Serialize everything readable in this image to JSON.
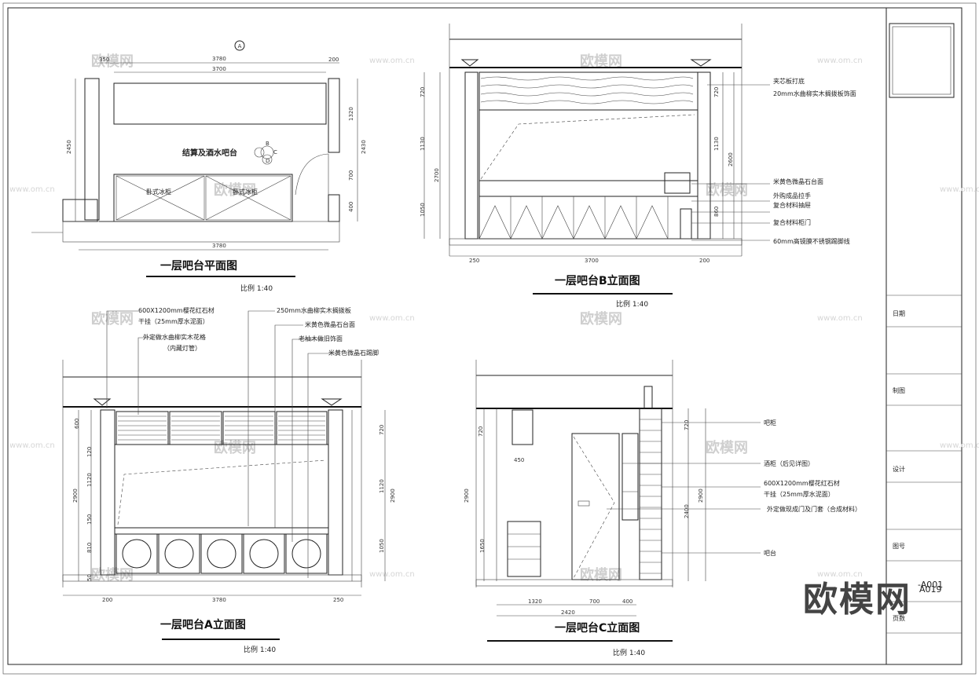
{
  "watermark": {
    "brand": "欧模网",
    "url": "www.om.cn"
  },
  "corner_logo": "欧模网",
  "plan": {
    "title": "一层吧台平面图",
    "scale": "比例  1:40",
    "marker": "A",
    "center_label": "结算及酒水吧台",
    "fridge_left": "卧式冰柜",
    "fridge_right": "卧式冰柜",
    "dims": {
      "top1": "3780",
      "top2": "3700",
      "left_small": "350",
      "right_small": "200",
      "left_h": "2450",
      "right_h": "2430",
      "bottom": "3780",
      "r1": "1320",
      "r2": "700",
      "r3": "400",
      "c_tags": [
        "B",
        "C",
        "D"
      ]
    }
  },
  "elevB": {
    "title": "一层吧台B立面图",
    "scale": "比例  1:40",
    "notes": [
      "夹芯板打底",
      "20mm水曲柳实木搁拨板饰面",
      "米黄色微晶石台面",
      "外购成品拉手",
      "复合材料抽屉",
      "复合材料柜门",
      "60mm高镜膜不锈钢踢脚线"
    ],
    "dims": {
      "left": [
        "720",
        "1130",
        "1050"
      ],
      "left_total": "2700",
      "right": [
        "720",
        "1130",
        "860"
      ],
      "right_total": "2600",
      "bottom": [
        "250",
        "3700",
        "200"
      ]
    }
  },
  "elevA": {
    "title": "一层吧台A立面图",
    "scale": "比例  1:40",
    "notes": [
      "600X1200mm樱花红石材",
      "干挂（25mm厚水泥面）",
      "外定做水曲柳实木花格",
      "（内藏灯管）",
      "250mm水曲柳实木搁拨板",
      "米黄色微晶石台面",
      "老柚木做旧饰面",
      "米黄色微晶石踢脚"
    ],
    "dims": {
      "left": [
        "600",
        "120",
        "1120",
        "150",
        "810",
        "50"
      ],
      "left_total": "2900",
      "right": [
        "720",
        "1120",
        "1050"
      ],
      "right_total": "2900",
      "bottom": [
        "200",
        "3780",
        "250"
      ]
    }
  },
  "elevC": {
    "title": "一层吧台C立面图",
    "scale": "比例  1:40",
    "notes": [
      "吧柜",
      "酒柜（后见详图）",
      "600X1200mm樱花红石材",
      "干挂（25mm厚水泥面）",
      "外定做现成门及门套（合成材料）",
      "吧台"
    ],
    "dims": {
      "left": [
        "720",
        "1650"
      ],
      "left_total": "2900",
      "right": [
        "720",
        "2400"
      ],
      "right_total": "2900",
      "bottom": [
        "1320",
        "700",
        "400"
      ],
      "bottom_total": "2420",
      "w1": "450"
    }
  },
  "title_block": {
    "rows": [
      "日期",
      "制图",
      "设计",
      "图号",
      "页数"
    ],
    "drawing_no": "-A001",
    "drawing_no2": "A019"
  }
}
